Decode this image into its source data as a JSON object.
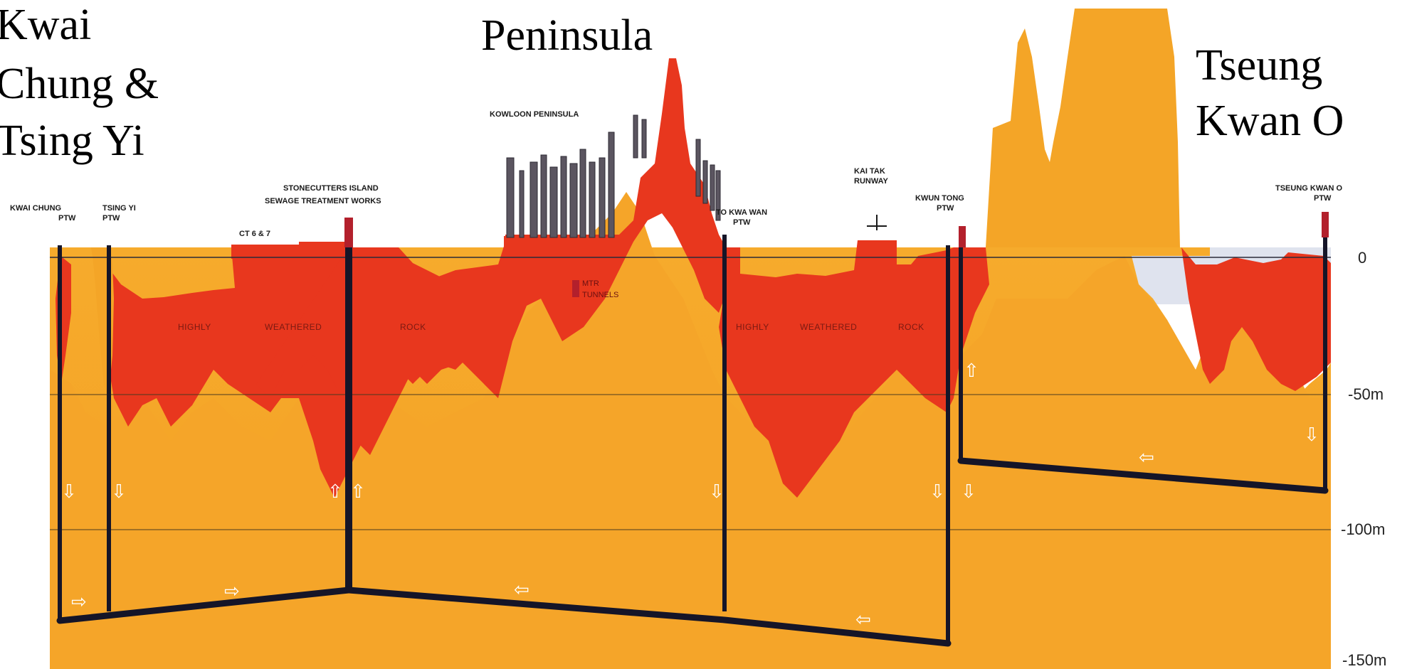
{
  "diagram": {
    "region_labels": {
      "kwai_chung_tsing_yi": [
        "Kwai",
        "Chung &",
        "Tsing Yi"
      ],
      "peninsula": "Peninsula",
      "tseung_kwan_o": [
        "Tseung",
        "Kwan O"
      ]
    },
    "site_labels": {
      "kwai_chung_ptw": [
        "KWAI CHUNG",
        "PTW"
      ],
      "tsing_yi_ptw": [
        "TSING YI",
        "PTW"
      ],
      "stonecutters": [
        "STONECUTTERS ISLAND",
        "SEWAGE TREATMENT WORKS"
      ],
      "ct67": "CT 6 & 7",
      "kowloon_peninsula": "KOWLOON PENINSULA",
      "to_kwa_wan_ptw": [
        "TO KWA WAN",
        "PTW"
      ],
      "kai_tak_runway": [
        "KAI TAK",
        "RUNWAY"
      ],
      "kwun_tong_ptw": [
        "KWUN TONG",
        "PTW"
      ],
      "tseung_kwan_o_ptw": [
        "TSEUNG KWAN O",
        "PTW"
      ]
    },
    "rock_labels": {
      "west": [
        "HIGHLY",
        "WEATHERED",
        "ROCK"
      ],
      "east": [
        "HIGHLY",
        "WEATHERED",
        "ROCK"
      ]
    },
    "mtr_label": [
      "MTR",
      "TUNNELS"
    ],
    "depth_labels": [
      "0",
      "-50m",
      "-100m",
      "-150m"
    ],
    "colors": {
      "sky": "#ffffff",
      "sea": "#dfe3ee",
      "weathered_rock": "#e8371e",
      "fresh_rock": "#f4a327",
      "rock_light": "#f7b33a",
      "tunnel": "#151528",
      "shaft_red": "#b3202c",
      "text_dark": "#1a1a1a"
    }
  }
}
